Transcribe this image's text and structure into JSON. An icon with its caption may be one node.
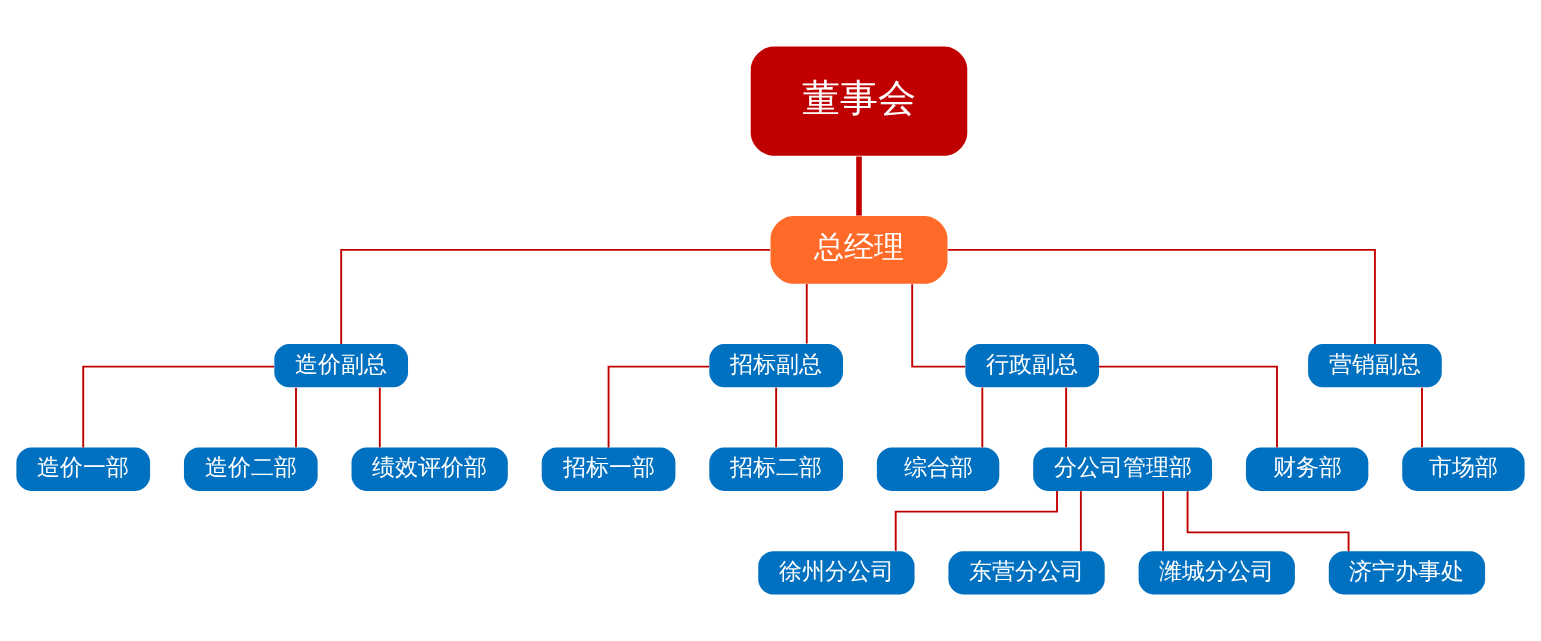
{
  "diagram": {
    "nodes": [
      {
        "text": [
          "董事会"
        ]
      },
      {
        "text": [
          "总经理"
        ]
      },
      {
        "text": [
          "造价副总"
        ]
      },
      {
        "text": [
          "招标副总"
        ]
      },
      {
        "text": [
          "行政副总"
        ]
      },
      {
        "text": [
          "营销副总"
        ]
      },
      {
        "text": [
          "造价一部"
        ]
      },
      {
        "text": [
          "造价二部"
        ]
      },
      {
        "text": [
          "绩效评价部"
        ]
      },
      {
        "text": [
          "招标一部"
        ]
      },
      {
        "text": [
          "招标二部"
        ]
      },
      {
        "text": [
          "综合部"
        ]
      },
      {
        "text": [
          "分公司管理部"
        ]
      },
      {
        "text": [
          "财务部"
        ]
      },
      {
        "text": [
          "市场部"
        ]
      },
      {
        "text": [
          "徐州分公司"
        ]
      },
      {
        "text": [
          "东营分公司"
        ]
      },
      {
        "text": [
          "潍城分公司"
        ]
      },
      {
        "text": [
          "济宁办事处"
        ]
      }
    ],
    "edges": [
      {
        "from": 0,
        "to": 1,
        "arrow": "none",
        "style": "thick"
      },
      {
        "from": 1,
        "to": 2,
        "arrow": "none"
      },
      {
        "from": 1,
        "to": 3,
        "arrow": "none"
      },
      {
        "from": 1,
        "to": 4,
        "arrow": "none"
      },
      {
        "from": 1,
        "to": 5,
        "arrow": "none"
      },
      {
        "from": 2,
        "to": 6,
        "arrow": "none"
      },
      {
        "from": 2,
        "to": 7,
        "arrow": "none"
      },
      {
        "from": 2,
        "to": 8,
        "arrow": "none"
      },
      {
        "from": 3,
        "to": 9,
        "arrow": "none"
      },
      {
        "from": 3,
        "to": 10,
        "arrow": "none"
      },
      {
        "from": 4,
        "to": 11,
        "arrow": "none"
      },
      {
        "from": 4,
        "to": 12,
        "arrow": "none"
      },
      {
        "from": 4,
        "to": 13,
        "arrow": "none"
      },
      {
        "from": 5,
        "to": 14,
        "arrow": "none"
      },
      {
        "from": 12,
        "to": 15,
        "arrow": "none"
      },
      {
        "from": 12,
        "to": 16,
        "arrow": "none"
      },
      {
        "from": 12,
        "to": 17,
        "arrow": "none"
      },
      {
        "from": 12,
        "to": 18,
        "arrow": "none"
      }
    ]
  }
}
